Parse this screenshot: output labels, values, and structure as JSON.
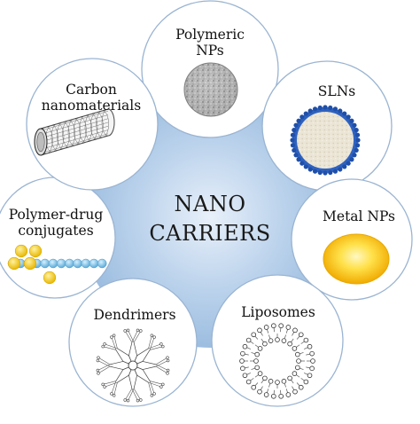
{
  "center": {
    "line1": "NANO",
    "line2": "CARRIERS"
  },
  "items": [
    {
      "id": "polymeric-nps",
      "line1": "Polymeric",
      "line2": "NPs",
      "icon": "porous-sphere-icon"
    },
    {
      "id": "slns",
      "line1": "SLNs",
      "line2": "",
      "icon": "lipid-nanoparticle-icon"
    },
    {
      "id": "metal-nps",
      "line1": "Metal NPs",
      "line2": "",
      "icon": "gold-sphere-icon"
    },
    {
      "id": "liposomes",
      "line1": "Liposomes",
      "line2": "",
      "icon": "liposome-bilayer-icon"
    },
    {
      "id": "dendrimers",
      "line1": "Dendrimers",
      "line2": "",
      "icon": "dendrimer-icon"
    },
    {
      "id": "polymer-drug-conjugates",
      "line1": "Polymer-drug",
      "line2": "conjugates",
      "icon": "polymer-chain-icon"
    },
    {
      "id": "carbon-nanomaterials",
      "line1": "Carbon",
      "line2": "nanomaterials",
      "icon": "carbon-nanotube-icon"
    }
  ],
  "colors": {
    "center_glow": "#7fa8d4",
    "circle_stroke": "#9ab4d2",
    "sln_shell": "#2f62c0",
    "sln_core": "#e6dfcf",
    "metal_core": "#ffd21a",
    "metal_edge": "#e8a800",
    "conjugate_drug": "#f2c81c",
    "conjugate_chain": "#7cc4e8"
  }
}
